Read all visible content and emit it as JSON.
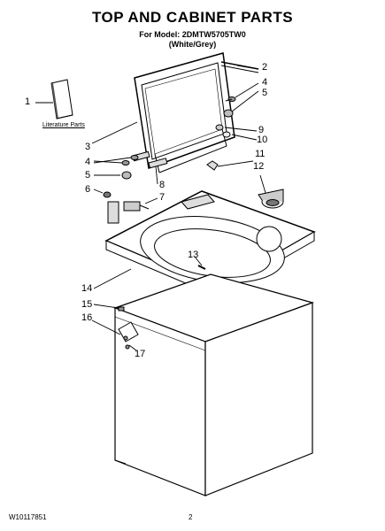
{
  "header": {
    "title": "TOP AND CABINET PARTS",
    "model_line": "For Model: 2DMTW5705TW0",
    "color_line": "(White/Grey)"
  },
  "literature_label": "Literature Parts",
  "callouts": [
    {
      "id": "c1",
      "label": "1"
    },
    {
      "id": "c2",
      "label": "2"
    },
    {
      "id": "c4a",
      "label": "4"
    },
    {
      "id": "c5a",
      "label": "5"
    },
    {
      "id": "c3",
      "label": "3"
    },
    {
      "id": "c9",
      "label": "9"
    },
    {
      "id": "c10",
      "label": "10"
    },
    {
      "id": "c4b",
      "label": "4"
    },
    {
      "id": "c11",
      "label": "11"
    },
    {
      "id": "c5b",
      "label": "5"
    },
    {
      "id": "c12",
      "label": "12"
    },
    {
      "id": "c8",
      "label": "8"
    },
    {
      "id": "c6",
      "label": "6"
    },
    {
      "id": "c7",
      "label": "7"
    },
    {
      "id": "c13",
      "label": "13"
    },
    {
      "id": "c14",
      "label": "14"
    },
    {
      "id": "c15",
      "label": "15"
    },
    {
      "id": "c16",
      "label": "16"
    },
    {
      "id": "c17",
      "label": "17"
    }
  ],
  "footer": {
    "doc_number": "W10117851",
    "page_number": "2"
  }
}
